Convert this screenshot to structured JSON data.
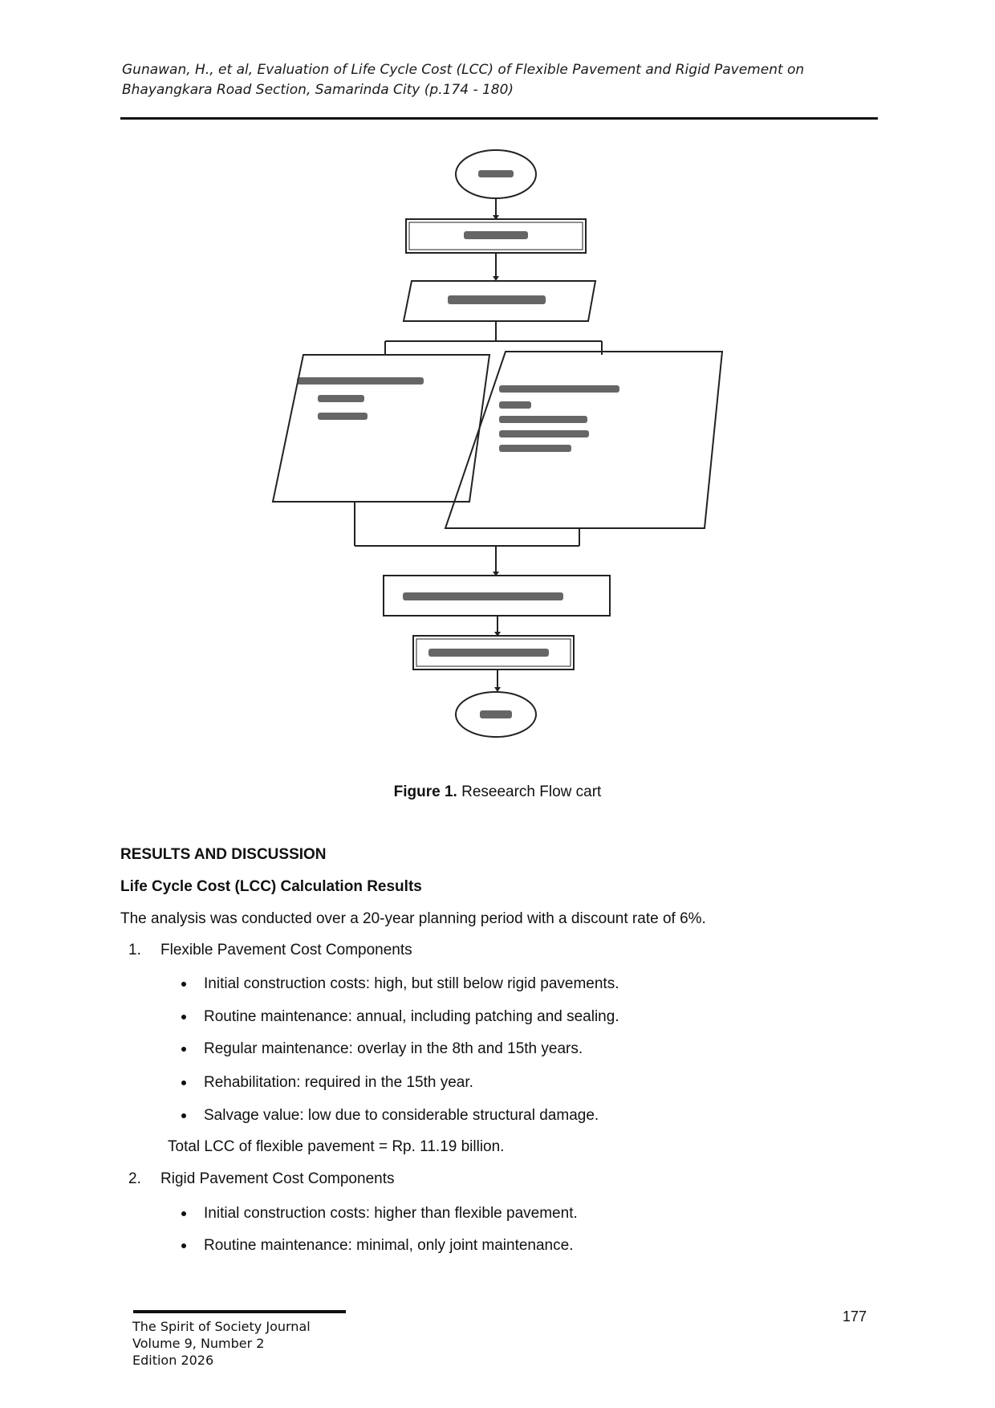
{
  "header": {
    "line1": "Gunawan, H., et al, Evaluation of Life Cycle Cost (LCC) of Flexible Pavement and Rigid Pavement on",
    "line2": "Bhayangkara Road Section, Samarinda City (p.174 - 180)"
  },
  "figure": {
    "caption_label": "Figure 1.",
    "caption_text": " Reseearch Flow cart"
  },
  "section": {
    "heading": "RESULTS AND DISCUSSION",
    "subheading": "Life Cycle Cost (LCC) Calculation Results",
    "intro": "The analysis was conducted over a 20-year planning period with a discount rate of 6%."
  },
  "list": {
    "item1": {
      "number": "1.",
      "title": "Flexible Pavement Cost Components",
      "bullets": [
        "Initial construction costs: high, but still below rigid pavements.",
        "Routine maintenance: annual, including patching and sealing.",
        "Regular maintenance: overlay in the 8th and 15th years.",
        "Rehabilitation: required in the 15th year.",
        "Salvage value: low due to considerable structural damage."
      ],
      "total": "Total LCC of flexible pavement = Rp. 11.19 billion."
    },
    "item2": {
      "number": "2.",
      "title": "Rigid Pavement Cost Components",
      "bullets": [
        "Initial construction costs: higher than flexible pavement.",
        "Routine maintenance: minimal, only joint maintenance."
      ]
    }
  },
  "footer": {
    "journal": "The Spirit of Society Journal",
    "volume": "Volume 9, Number 2",
    "edition": "Edition 2026",
    "page": "177"
  }
}
